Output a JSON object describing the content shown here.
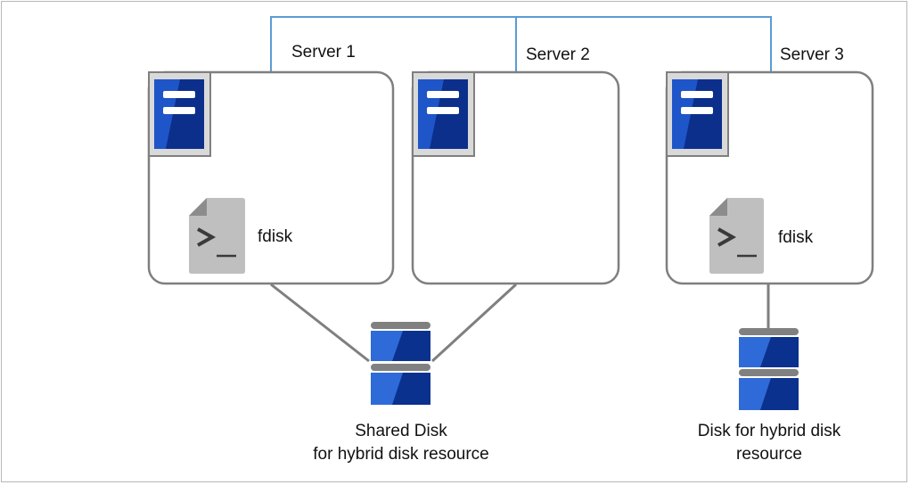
{
  "servers": [
    {
      "label": "Server 1",
      "has_fdisk": true
    },
    {
      "label": "Server 2",
      "has_fdisk": false
    },
    {
      "label": "Server 3",
      "has_fdisk": true
    }
  ],
  "fdisk_label": "fdisk",
  "shared_disk": {
    "line1": "Shared Disk",
    "line2": "for hybrid disk resource"
  },
  "hybrid_disk": {
    "line1": "Disk for hybrid disk",
    "line2": "resource"
  },
  "colors": {
    "network_line": "#5b9bd5",
    "box_border": "#7f7f7f",
    "connector": "#7f7f7f",
    "server_blue": "#1e55c8",
    "server_blue_dark": "#0c2f8c",
    "disk_blue": "#2e6bd8",
    "disk_blue_dark": "#0b318f",
    "icon_bg": "#d9d9d9",
    "file_icon": "#bfbfbf"
  }
}
